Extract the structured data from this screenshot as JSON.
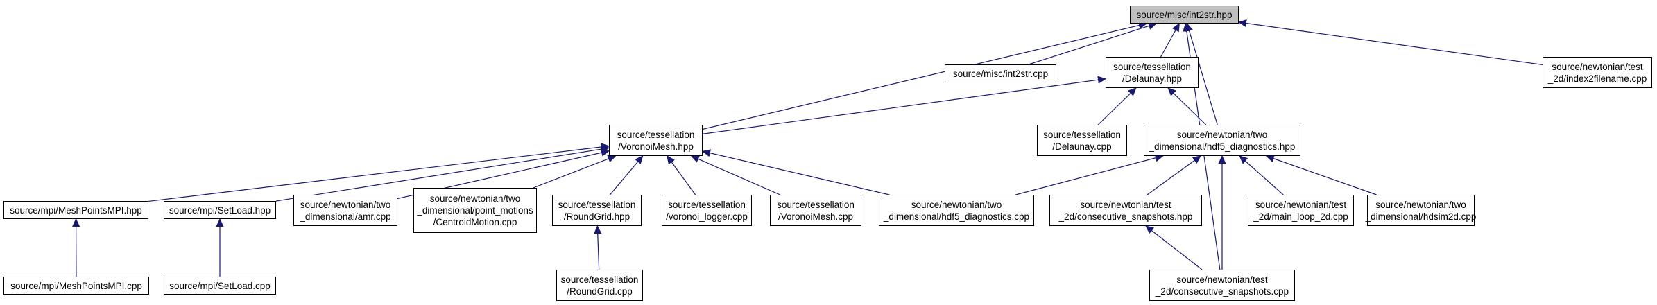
{
  "graph": {
    "root": "n0",
    "nodes": [
      {
        "id": "n0",
        "lines": [
          "source/misc/int2str.hpp"
        ]
      },
      {
        "id": "n1",
        "lines": [
          "source/misc/int2str.cpp"
        ]
      },
      {
        "id": "n2",
        "lines": [
          "source/tessellation",
          "/Delaunay.hpp"
        ]
      },
      {
        "id": "n3",
        "lines": [
          "source/newtonian/test",
          "_2d/index2filename.cpp"
        ]
      },
      {
        "id": "n4",
        "lines": [
          "source/tessellation",
          "/VoronoiMesh.hpp"
        ]
      },
      {
        "id": "n5",
        "lines": [
          "source/tessellation",
          "/Delaunay.cpp"
        ]
      },
      {
        "id": "n6",
        "lines": [
          "source/newtonian/two",
          "_dimensional/hdf5_diagnostics.hpp"
        ]
      },
      {
        "id": "n7",
        "lines": [
          "source/mpi/MeshPointsMPI.hpp"
        ]
      },
      {
        "id": "n8",
        "lines": [
          "source/mpi/SetLoad.hpp"
        ]
      },
      {
        "id": "n9",
        "lines": [
          "source/newtonian/two",
          "_dimensional/amr.cpp"
        ]
      },
      {
        "id": "n10",
        "lines": [
          "source/newtonian/two",
          "_dimensional/point_motions",
          "/CentroidMotion.cpp"
        ]
      },
      {
        "id": "n11",
        "lines": [
          "source/tessellation",
          "/RoundGrid.hpp"
        ]
      },
      {
        "id": "n12",
        "lines": [
          "source/tessellation",
          "/voronoi_logger.cpp"
        ]
      },
      {
        "id": "n13",
        "lines": [
          "source/tessellation",
          "/VoronoiMesh.cpp"
        ]
      },
      {
        "id": "n14",
        "lines": [
          "source/newtonian/two",
          "_dimensional/hdf5_diagnostics.cpp"
        ]
      },
      {
        "id": "n15",
        "lines": [
          "source/newtonian/test",
          "_2d/consecutive_snapshots.hpp"
        ]
      },
      {
        "id": "n16",
        "lines": [
          "source/newtonian/test",
          "_2d/main_loop_2d.cpp"
        ]
      },
      {
        "id": "n17",
        "lines": [
          "source/newtonian/two",
          "_dimensional/hdsim2d.cpp"
        ]
      },
      {
        "id": "n18",
        "lines": [
          "source/mpi/MeshPointsMPI.cpp"
        ]
      },
      {
        "id": "n19",
        "lines": [
          "source/mpi/SetLoad.cpp"
        ]
      },
      {
        "id": "n20",
        "lines": [
          "source/tessellation",
          "/RoundGrid.cpp"
        ]
      },
      {
        "id": "n21",
        "lines": [
          "source/newtonian/test",
          "_2d/consecutive_snapshots.cpp"
        ]
      }
    ],
    "edges": [
      {
        "from": "n1",
        "to": "n0"
      },
      {
        "from": "n2",
        "to": "n0"
      },
      {
        "from": "n3",
        "to": "n0"
      },
      {
        "from": "n4",
        "to": "n0"
      },
      {
        "from": "n6",
        "to": "n0"
      },
      {
        "from": "n21",
        "to": "n0"
      },
      {
        "from": "n4",
        "to": "n2"
      },
      {
        "from": "n5",
        "to": "n2"
      },
      {
        "from": "n6",
        "to": "n2"
      },
      {
        "from": "n7",
        "to": "n4"
      },
      {
        "from": "n8",
        "to": "n4"
      },
      {
        "from": "n9",
        "to": "n4"
      },
      {
        "from": "n10",
        "to": "n4"
      },
      {
        "from": "n11",
        "to": "n4"
      },
      {
        "from": "n12",
        "to": "n4"
      },
      {
        "from": "n13",
        "to": "n4"
      },
      {
        "from": "n14",
        "to": "n4"
      },
      {
        "from": "n14",
        "to": "n6"
      },
      {
        "from": "n15",
        "to": "n6"
      },
      {
        "from": "n16",
        "to": "n6"
      },
      {
        "from": "n17",
        "to": "n6"
      },
      {
        "from": "n21",
        "to": "n6"
      },
      {
        "from": "n18",
        "to": "n7"
      },
      {
        "from": "n19",
        "to": "n8"
      },
      {
        "from": "n20",
        "to": "n11"
      },
      {
        "from": "n21",
        "to": "n15"
      }
    ],
    "edge_color": "#191970",
    "node_border_color": "#000000",
    "root_fill_color": "#bfbfbf"
  }
}
